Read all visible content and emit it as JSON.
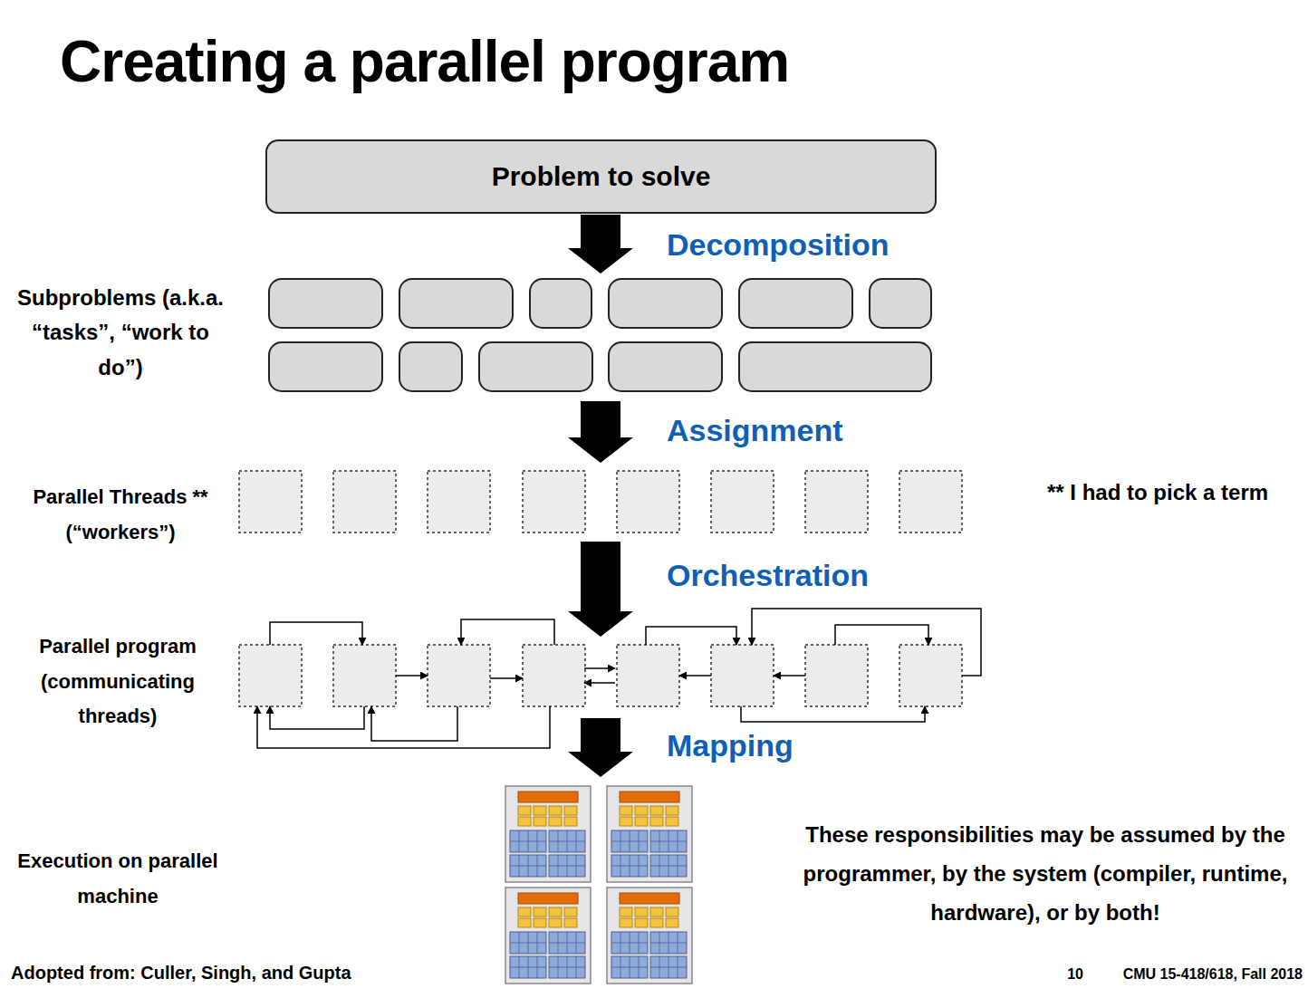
{
  "diagram": {
    "title": "Creating a parallel program",
    "nodes": [
      {
        "text": [
          "Problem to solve"
        ]
      }
    ],
    "labels": [
      "Decomposition",
      "Assignment",
      "Orchestration",
      "Mapping",
      "Subproblems (a.k.a. “tasks”, “work to do”)",
      "Parallel Threads ** (“workers”)",
      "** I had to pick a term",
      "Parallel program (communicating threads)",
      "Execution on parallel machine",
      "These responsibilities may be assumed by the programmer, by the system (compiler, runtime, hardware), or by both!",
      "Adopted from: Culler, Singh, and Gupta",
      "10",
      "CMU 15-418/618, Fall 2018"
    ]
  }
}
